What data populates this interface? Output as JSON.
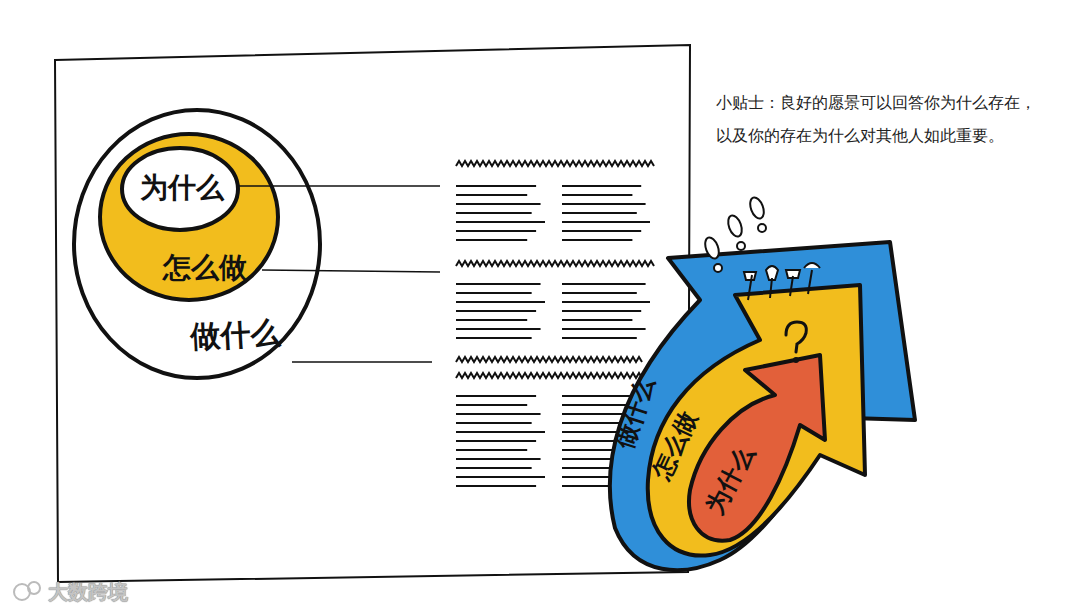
{
  "diagram": {
    "nodes": [
      {
        "text": [
          "做什么"
        ]
      },
      {
        "text": [
          "怎么做"
        ],
        "in": 0
      },
      {
        "text": [
          "为什么"
        ],
        "in": 1
      },
      {
        "text": [
          "做什么"
        ]
      },
      {
        "text": [
          "怎么做"
        ],
        "in": 3
      },
      {
        "text": [
          "为什么"
        ],
        "in": 4
      }
    ],
    "edges": [],
    "labels": [
      "小贴士：良好的愿景可以回答你为什么存在，以及你的存在为什么对其他人如此重要。",
      "大数跨境"
    ]
  }
}
